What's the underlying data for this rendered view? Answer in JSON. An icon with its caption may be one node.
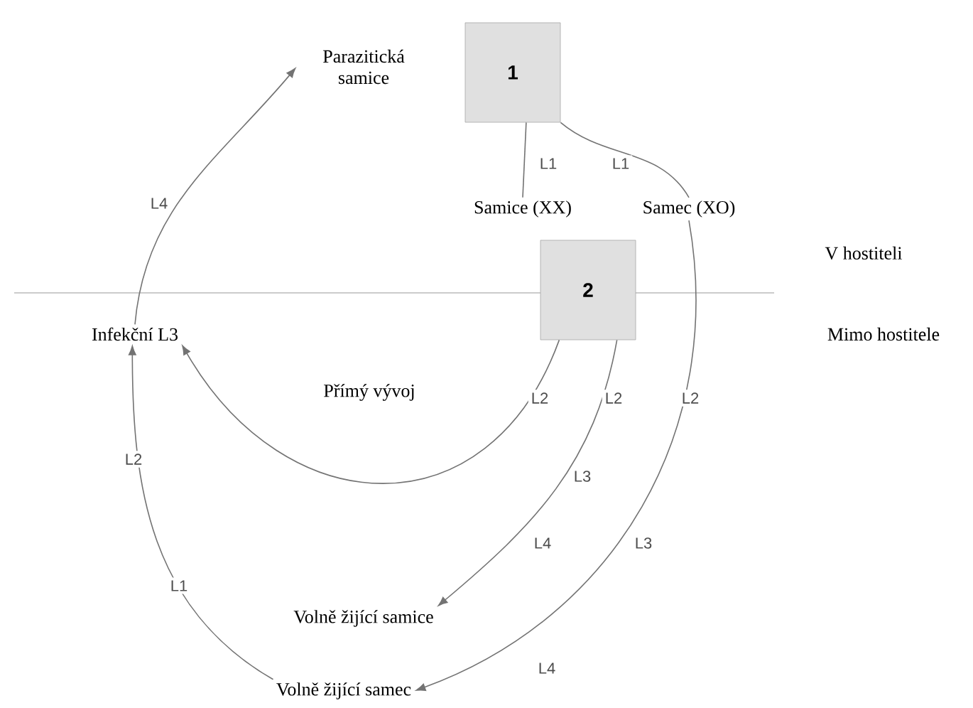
{
  "diagram": {
    "nodes": [
      {
        "text": [
          "1"
        ],
        "beside": [
          "Parazitická samice"
        ]
      },
      {
        "text": [
          "Samice (XX)"
        ]
      },
      {
        "text": [
          "Samec (XO)"
        ]
      },
      {
        "text": [
          "2"
        ]
      },
      {
        "text": [
          "Infekční L3"
        ]
      },
      {
        "text": [
          "Volně žijící samice"
        ]
      },
      {
        "text": [
          "Volně žijící samec"
        ]
      }
    ],
    "edges": [
      {
        "from": 0,
        "to": 1,
        "arrow": "none",
        "label": "L1"
      },
      {
        "from": 0,
        "to": 2,
        "arrow": "none",
        "label": "L1"
      },
      {
        "from": 4,
        "to": 0,
        "arrow": "to",
        "label": "L4"
      },
      {
        "from": 3,
        "to": 4,
        "arrow": "to",
        "label": "L2"
      },
      {
        "from": 3,
        "to": 5,
        "arrow": "to",
        "label": "L2"
      },
      {
        "from": 2,
        "to": 6,
        "arrow": "to",
        "label": "L2"
      },
      {
        "from": 6,
        "to": 4,
        "arrow": "to",
        "label": "L1"
      }
    ],
    "labels": [
      "V hostiteli",
      "Mimo hostitele",
      "Přímý vývoj",
      "L3",
      "L4",
      "L2",
      "L3",
      "L4"
    ]
  }
}
